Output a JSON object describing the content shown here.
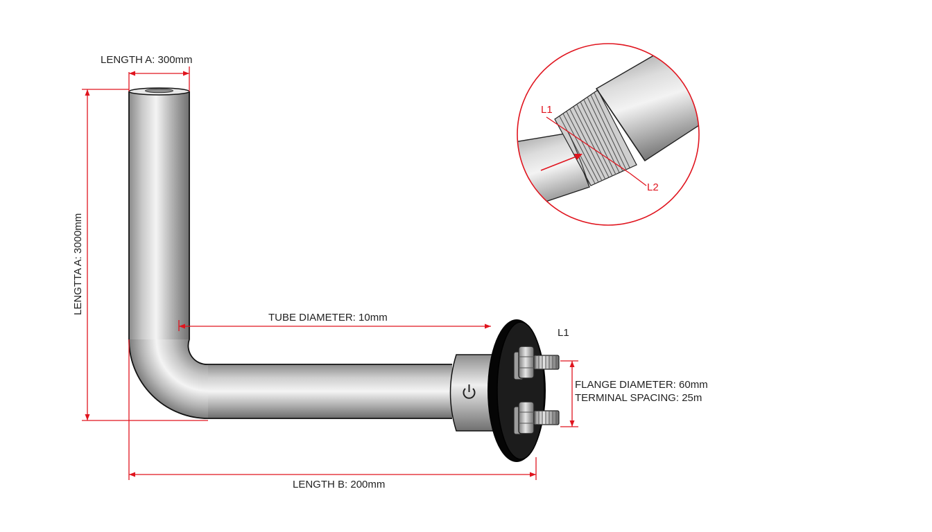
{
  "labels": {
    "length_a_top": "LENGTH A: 300mm",
    "length_a_side": "LENGTTA A: 3000mm",
    "tube_diameter": "TUBE DIAMETER: 10mm",
    "length_b": "LENGTH B: 200mm",
    "terminal_l1": "L1",
    "flange_diameter": "FLANGE DIAMETER: 60mm",
    "terminal_spacing": "TERMINAL SPACING: 25m",
    "detail_l1": "L1",
    "detail_l2": "L2"
  },
  "colors": {
    "dimension": "#e0141e",
    "text": "#222222",
    "outline": "#111111",
    "flange": "#141414",
    "steel_light": "#f2f2f2",
    "steel_mid": "#b9b9b9",
    "steel_dark": "#7c7c7c"
  },
  "icons": {
    "power_symbol": "power-icon"
  }
}
